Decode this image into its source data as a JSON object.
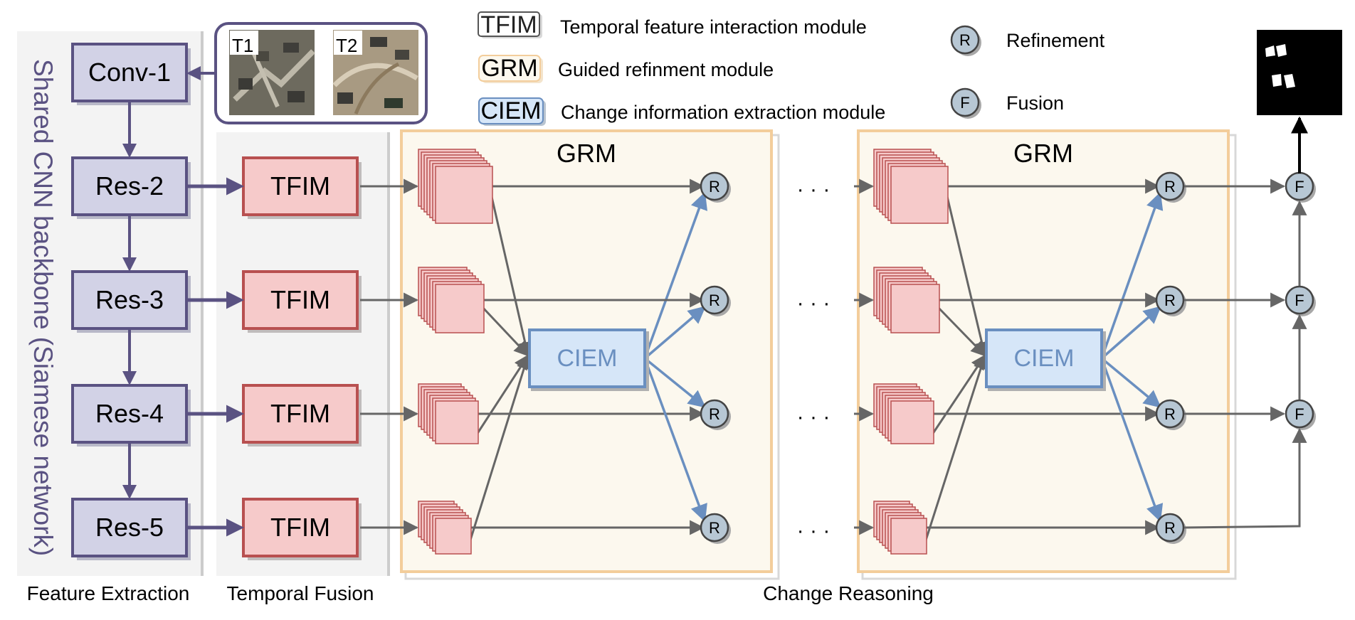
{
  "backbone": {
    "vertical_label": "Shared CNN backbone (Siamese network)",
    "blocks": [
      "Conv-1",
      "Res-2",
      "Res-3",
      "Res-4",
      "Res-5"
    ]
  },
  "input_images": {
    "t1_label": "T1",
    "t2_label": "T2"
  },
  "tfim": {
    "labels": [
      "TFIM",
      "TFIM",
      "TFIM",
      "TFIM"
    ]
  },
  "grm": {
    "titles": [
      "GRM",
      "GRM"
    ],
    "ciem_labels": [
      "CIEM",
      "CIEM"
    ],
    "ellipsis": "· · ·"
  },
  "nodes": {
    "refine_symbol": "R",
    "fusion_symbol": "F"
  },
  "legend": {
    "tfim_abbr": "TFIM",
    "tfim_text": "Temporal feature interaction module",
    "grm_abbr": "GRM",
    "grm_text": "Guided refinment module",
    "ciem_abbr": "CIEM",
    "ciem_text": "Change information extraction module",
    "refine_symbol": "R",
    "refine_text": "Refinement",
    "fusion_symbol": "F",
    "fusion_text": "Fusion"
  },
  "stages": {
    "feature_extraction": "Feature Extraction",
    "temporal_fusion": "Temporal Fusion",
    "change_reasoning": "Change Reasoning"
  },
  "colors": {
    "backbone_fill": "#d2d2e6",
    "backbone_stroke": "#5a5282",
    "tfim_fill": "#f6caca",
    "tfim_stroke": "#b85050",
    "grm_fill": "#fcf8ee",
    "grm_stroke": "#f3cd9b",
    "ciem_fill": "#d6e6f8",
    "ciem_stroke": "#6a8fc0",
    "node_fill": "#b7c7d4",
    "blue_arrow": "#6a8fc0",
    "gray_arrow": "#666666"
  }
}
